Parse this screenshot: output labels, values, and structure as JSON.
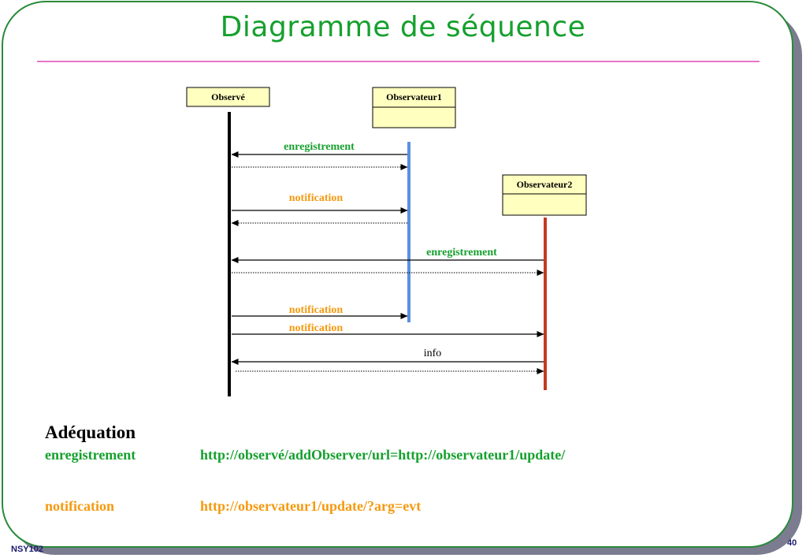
{
  "slide": {
    "title": "Diagramme de séquence",
    "footer_left": "NSY102",
    "page_number": "40"
  },
  "colors": {
    "title": "#16a02e",
    "title_rule": "#e874c6",
    "green_label": "#16a02e",
    "orange_label": "#f59a10",
    "observateur1_lifeline": "#5b8fe0",
    "observateur2_lifeline": "#c43a1e",
    "object_box_fill": "#ffffc0"
  },
  "diagram": {
    "objects": {
      "observe": "Observé",
      "observateur1": "Observateur1",
      "observateur2": "Observateur2"
    },
    "messages": {
      "m1": "enregistrement",
      "m2": "notification",
      "m3": "enregistrement",
      "m4": "notification",
      "m5": "notification",
      "m6": "info"
    }
  },
  "adequation": {
    "title": "Adéquation",
    "rows": [
      {
        "label": "enregistrement",
        "value": "http://observé/addObserver/url=http://observateur1/update/"
      },
      {
        "label": "notification",
        "value": "http://observateur1/update/?arg=evt"
      }
    ]
  }
}
